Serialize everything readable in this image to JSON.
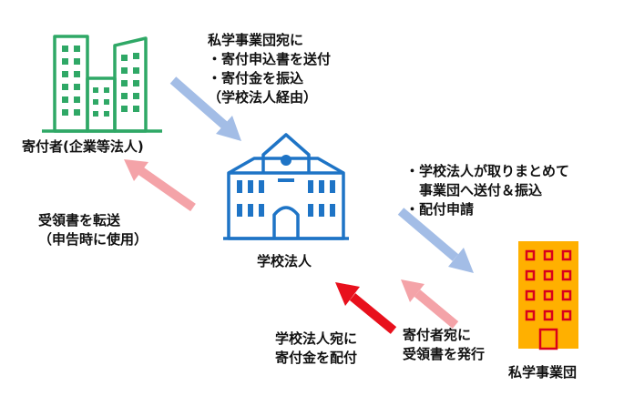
{
  "donor": {
    "label": "寄付者(企業等法人)",
    "icon": "office-buildings-icon",
    "color": "#2fa866"
  },
  "school": {
    "label": "学校法人",
    "icon": "school-building-icon",
    "color": "#1e74c6"
  },
  "foundation": {
    "label": "私学事業団",
    "icon": "office-tower-icon",
    "color": "#ffb000",
    "window_color": "#d9001b"
  },
  "notes": {
    "donor_to_school": [
      "私学事業団宛に",
      "・寄付申込書を送付",
      "・寄付金を振込",
      "（学校法人経由）"
    ],
    "school_to_foundation": [
      "・学校法人が取りまとめて",
      "　事業団へ送付＆振込",
      "・配付申請"
    ],
    "school_to_donor": [
      "受領書を転送",
      "（申告時に使用）"
    ],
    "foundation_to_school_receipt": [
      "寄付者宛に",
      "受領書を発行"
    ],
    "foundation_to_school_funds": [
      "学校法人宛に",
      "寄付金を配付"
    ]
  },
  "arrow_colors": {
    "donation_flow": "#a3bde6",
    "receipt_flow": "#f4a3a8",
    "funds_flow": "#e8101c"
  }
}
